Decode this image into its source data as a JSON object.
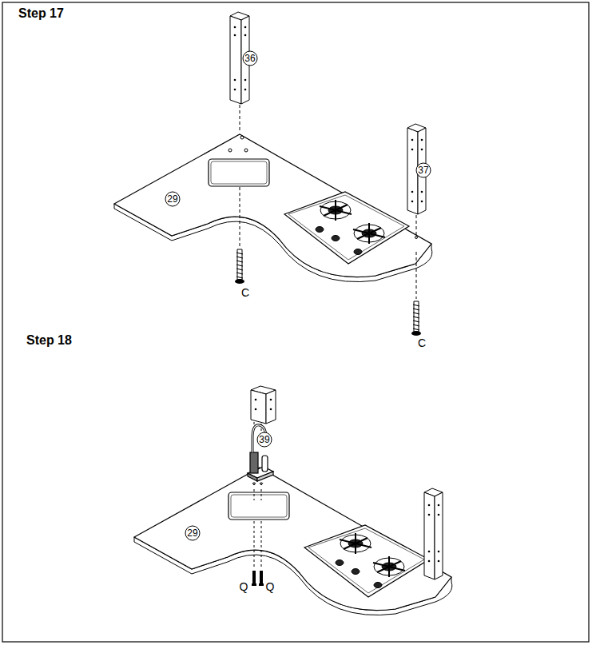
{
  "diagram": {
    "labels": [
      "Step 17",
      "36",
      "37",
      "29",
      "C",
      "C",
      "Step 18",
      "39",
      "29",
      "Q",
      "Q"
    ]
  }
}
